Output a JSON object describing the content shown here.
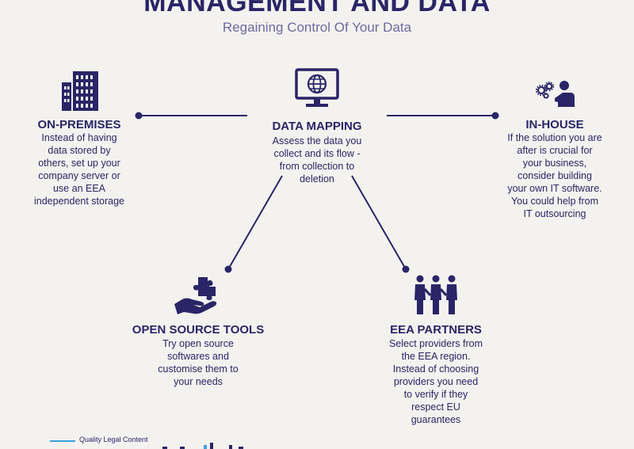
{
  "header": {
    "title": "MANAGEMENT AND DATA",
    "subtitle": "Regaining Control Of Your Data"
  },
  "nodes": {
    "data_mapping": {
      "title": "DATA MAPPING",
      "description": "Assess the data you collect and its flow -from collection to deletion",
      "icon": "monitor-globe-icon"
    },
    "on_premises": {
      "title": "ON-PREMISES",
      "description": "Instead of having data stored by others, set up your company server or use an EEA independent storage",
      "icon": "building-icon"
    },
    "in_house": {
      "title": "IN-HOUSE",
      "description": "If the solution you are after is crucial for your business, consider building your own IT software. You could help from IT outsourcing",
      "icon": "person-gears-icon"
    },
    "open_source": {
      "title": "OPEN SOURCE TOOLS",
      "description": "Try open source softwares and customise them to your needs",
      "icon": "hand-puzzle-icon"
    },
    "eea_partners": {
      "title": "EEA PARTNERS",
      "description": "Select providers from the EEA region. Instead of choosing providers you need to verify if they respect EU guarantees",
      "icon": "people-group-icon"
    }
  },
  "footer": {
    "tagline": "Quality Legal Content"
  },
  "colors": {
    "primary": "#2a2566",
    "subtitle": "#6d6aa0",
    "background": "#f3f2ef",
    "accent_line": "#3aa0e0"
  }
}
